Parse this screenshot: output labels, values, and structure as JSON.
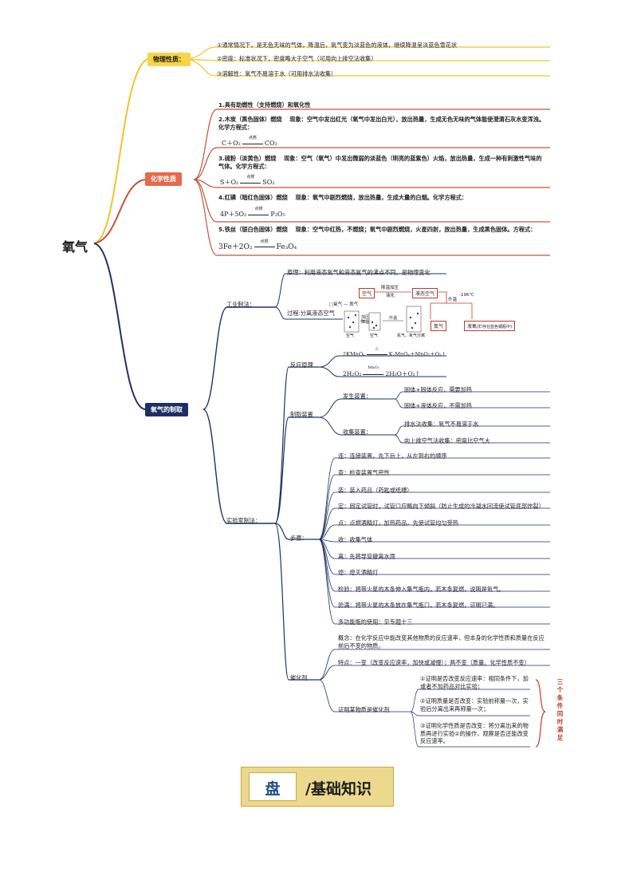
{
  "root": {
    "title": "氧气"
  },
  "physical": {
    "label": "物理性质：",
    "items": [
      "①通常情况下，是无色无味的气体，降温后，氧气变为淡蓝色的液体，继续降温呈淡蓝色雪花状",
      "②密度：标准状况下，密度略大于空气（可用向上排空法收集）",
      "③溶解性：氧气不易溶于水（可用排水法收集）"
    ]
  },
  "chemical": {
    "label": "化学性质",
    "items": [
      {
        "text": "1.具有助燃性（支持燃烧）和氧化性"
      },
      {
        "text": "2.木炭（黑色固体）燃烧　 现象：空气中发出红光（氧气中发出白光），放出热量，生成无色无味的气体能使澄清石灰水变浑浊。化学方程式：",
        "eq_left": "C＋O₂",
        "eq_cond": "点燃",
        "eq_right": "CO₂"
      },
      {
        "text": "3.硫粉（淡黄色）燃烧　 现象：空气（氧气）中发出微弱的淡蓝色（明亮的蓝紫色）火焰，放出热量，生成一种有刺激性气味的气体。化学方程式：",
        "eq_left": "S＋O₂",
        "eq_cond": "点燃",
        "eq_right": "SO₂"
      },
      {
        "text": "4.红磷（暗红色固体）燃烧　 现象：氧气中剧烈燃烧，放出热量，生成大量的白烟。化学方程式：",
        "eq_left": "4P＋5O₂",
        "eq_cond": "点燃",
        "eq_right": "P₂O₅"
      },
      {
        "text": "5.铁丝（银白色固体）燃烧　 现象：空气中红热，不燃烧；氧气中剧烈燃烧，火星四射，放出热量，生成黑色固体。方程式：",
        "eq_left": "3Fe＋2O₂",
        "eq_cond": "点燃",
        "eq_right": "Fe₃O₄"
      }
    ]
  },
  "prep": {
    "label": "氧气的制取",
    "industrial": {
      "label": "工业制法：",
      "principle": "原理：利用液态氧气和液态氮气的沸点不同。是物理变化",
      "process_label": "过程:分离液态空气",
      "flow": {
        "air": "空气",
        "liquid_air": "液态空气",
        "step1": "降温加压",
        "step2": "液化",
        "step3": "升温",
        "temp": "-196℃",
        "n2": "氮气",
        "o2": "液氧",
        "o2_note": "(贮存在蓝色钢瓶中)"
      },
      "figure": {
        "air_mol": "空气",
        "liquid": "空气",
        "sep": "氮气、氧气分离",
        "arrow_note": "□氧气 — 氮气",
        "press": "加压降温",
        "heat": "升温"
      }
    },
    "lab": {
      "label": "实验室制法：",
      "reaction": {
        "label": "反应原理",
        "eq1": {
          "left": "2KMnO₄",
          "cond": "△",
          "right": "K₂MnO₄＋MnO₂＋O₂↑"
        },
        "eq2": {
          "left": "2H₂O₂",
          "cond": "MnO₂",
          "right": "2H₂O＋O₂↑"
        }
      },
      "apparatus": {
        "label": "制取装置",
        "gen_label": "发生装置：",
        "gen": [
          "固体+固体反应，需要加热",
          "固体+液体反应，不需加热"
        ],
        "col_label": "收集装置：",
        "col": [
          "排水法收集：氧气不易溶于水",
          "向上排空气法收集：密度比空气大"
        ]
      },
      "steps": {
        "label": "步骤：",
        "items": [
          "连：连接装置，先下后上，从左到右的顺序",
          "查：检查装置气密性",
          "装：装入药品（药匙或纸槽）",
          "定：固定试管时，试管口应略向下倾斜（防止生成的冷凝水回流使试管底部炸裂）",
          "点：点燃酒精灯，加热药品，先使试管均匀受热",
          "收：收集气体",
          "离：先将导管撤离水面",
          "熄：熄灭酒精灯",
          "检验：将带火星的木条伸入集气瓶内，若木条复燃，说明是氧气。",
          "验满：将带火星的木条放在集气瓶口，若木条复燃，证明已满。",
          "多功能瓶的使用：见专题十三"
        ]
      },
      "catalyst": {
        "label": "催化剂",
        "concept": "概念：在化学反应中能改变其他物质的反应速率，但本身的化学性质和质量在反应前后不变的物质。",
        "feature": "特点：一变（改变反应速率，加快或减慢）；两不变（质量、化学性质不变）",
        "prove_label": "证明某物质是催化剂",
        "prove": [
          "①证明是否改变反应速率：相同条件下，加或者不加药品对比实验；",
          "②证明质量是否改变：实验前称量一次，实验后分离出来再称量一次；",
          "③证明化学性质是否改变：将分离出来的物质再进行实验①的操作，观察是否还能改变反应速率。"
        ],
        "side_note": "三个条件同时满足"
      }
    }
  },
  "footer": {
    "char": "盘",
    "text": "/基础知识"
  },
  "colors": {
    "yellow": "#f2c22a",
    "red": "#c0543b",
    "navy": "#1f2f66",
    "tag_red": "#e26b4b",
    "tag_navy": "#1f2f66",
    "tag_yellow": "#f7d448"
  }
}
